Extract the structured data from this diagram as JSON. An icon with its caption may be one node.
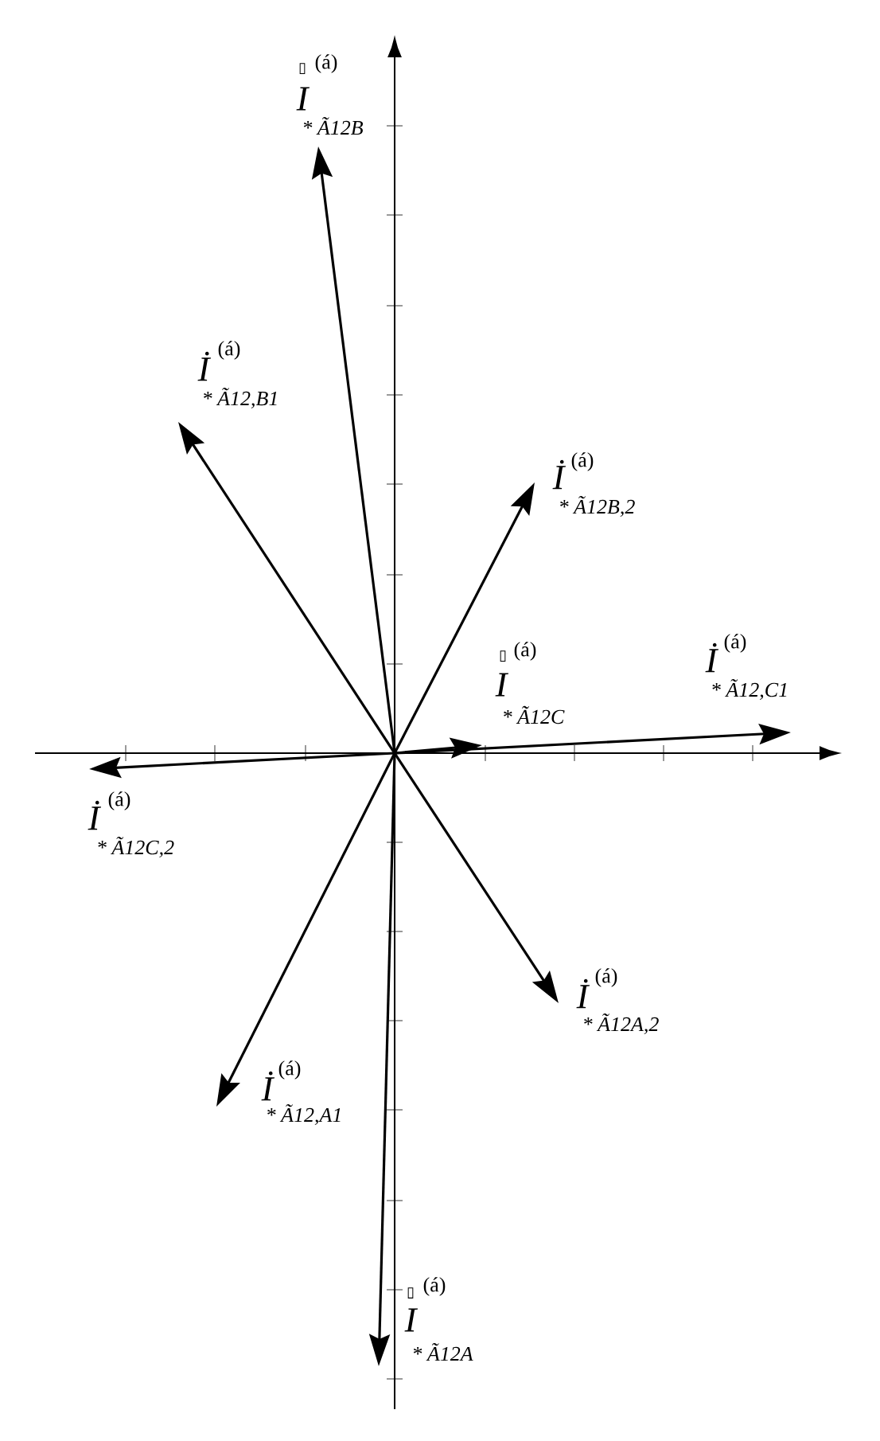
{
  "diagram": {
    "labels": [
      "▯",
      "(á)",
      "I",
      "* Ã12B",
      "İ",
      "(á)",
      "* Ã12,B1",
      "İ",
      "(á)",
      "* Ã12B,2",
      "▯",
      "(á)",
      "I",
      "* Ã12C",
      "İ",
      "(á)",
      "* Ã12,C1",
      "İ",
      "(á)",
      "* Ã12C,2",
      "İ",
      "(á)",
      "* Ã12A,2",
      "İ",
      "(á)",
      "* Ã12,A1",
      "▯",
      "(á)",
      "I",
      "* Ã12A"
    ]
  }
}
